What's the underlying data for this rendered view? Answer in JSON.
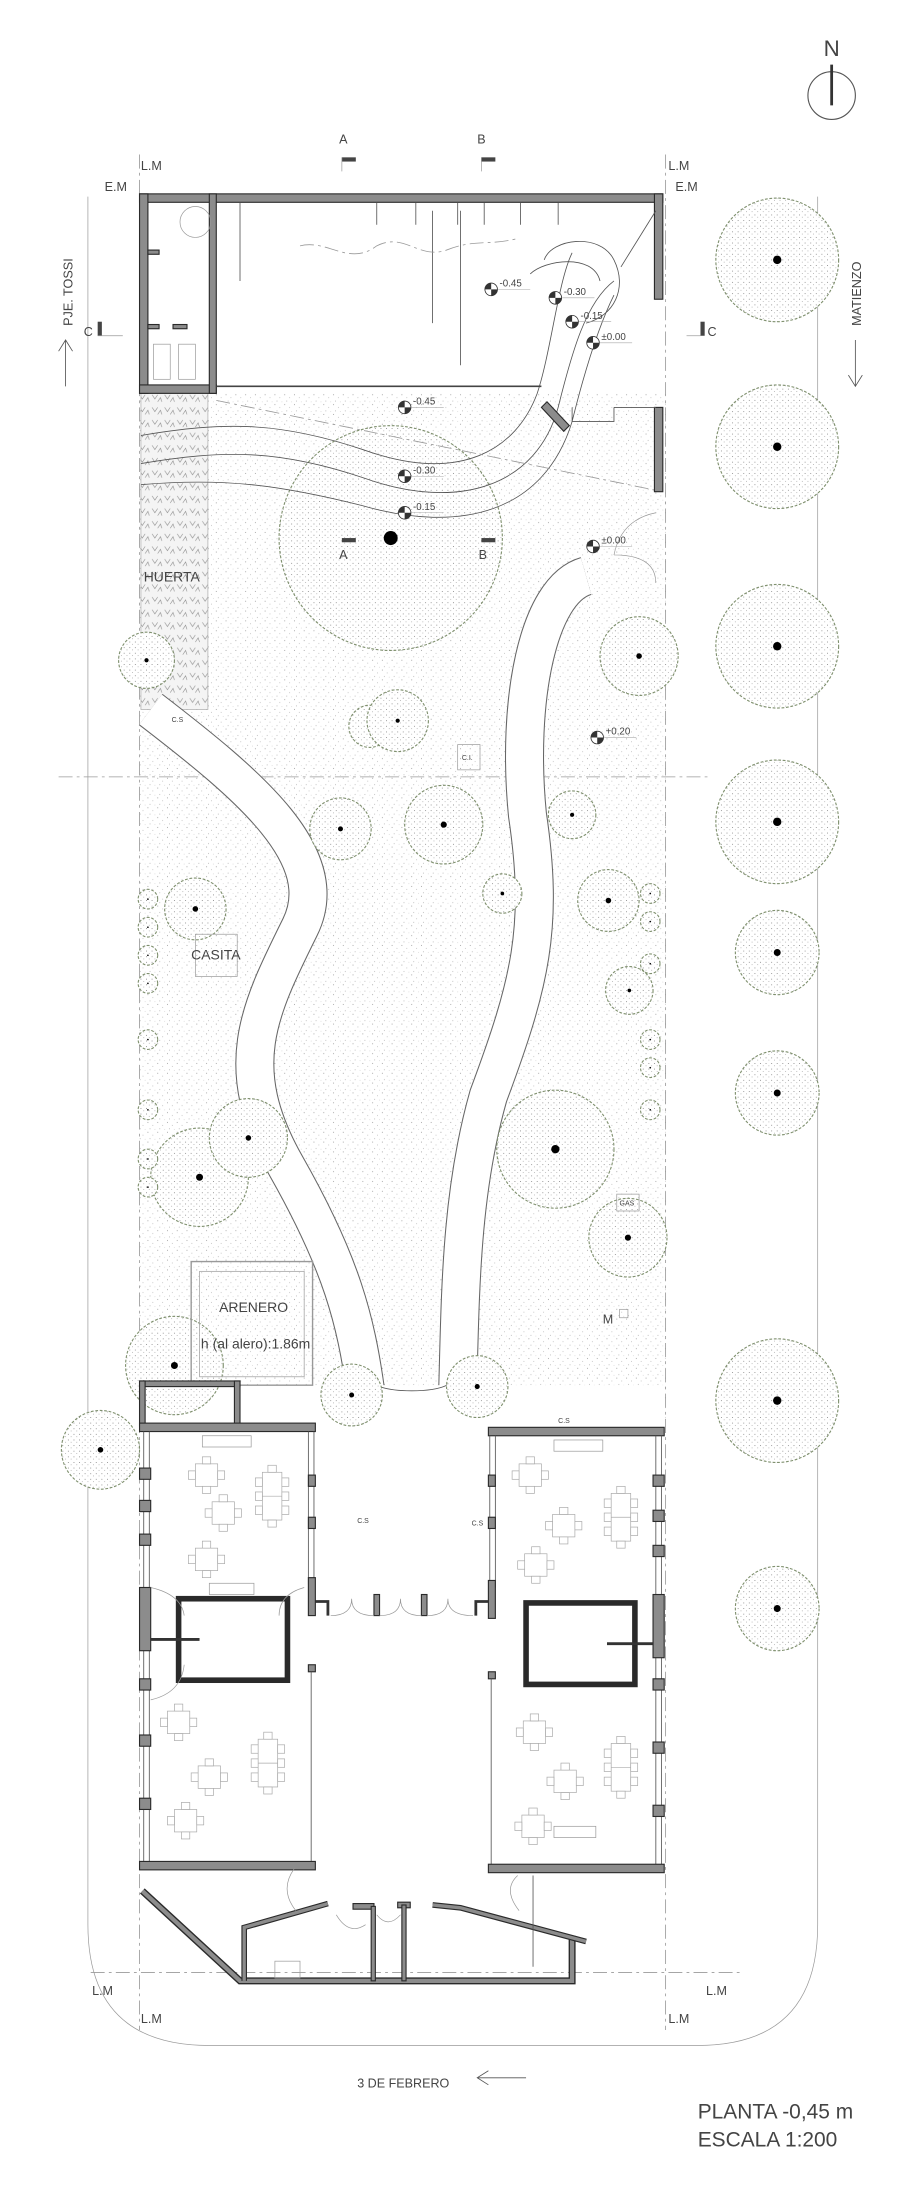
{
  "north_label": "N",
  "section_marks": {
    "a": "A",
    "b": "B",
    "c": "C"
  },
  "boundary_labels": {
    "lm": "L.M",
    "em": "E.M"
  },
  "streets": {
    "west": "PJE. TOSSI",
    "east": "MATIENZO",
    "south": "3 DE FEBRERO"
  },
  "areas": {
    "huerta": "HUERTA",
    "casita": "CASITA",
    "arenero": "ARENERO",
    "arenero_height": "h (al alero):1.86m",
    "medidor": "M",
    "camara_inspeccion": "C.I.",
    "gas": "GAS",
    "camara_septica": "C.S"
  },
  "levels": {
    "building": [
      "-0.45",
      "-0.30",
      "-0.15",
      "±0.00"
    ],
    "garden": [
      "-0.45",
      "-0.30",
      "-0.15",
      "±0.00",
      "+0.20"
    ]
  },
  "title": {
    "plan": "PLANTA -0,45 m",
    "scale": "ESCALA 1:200"
  }
}
